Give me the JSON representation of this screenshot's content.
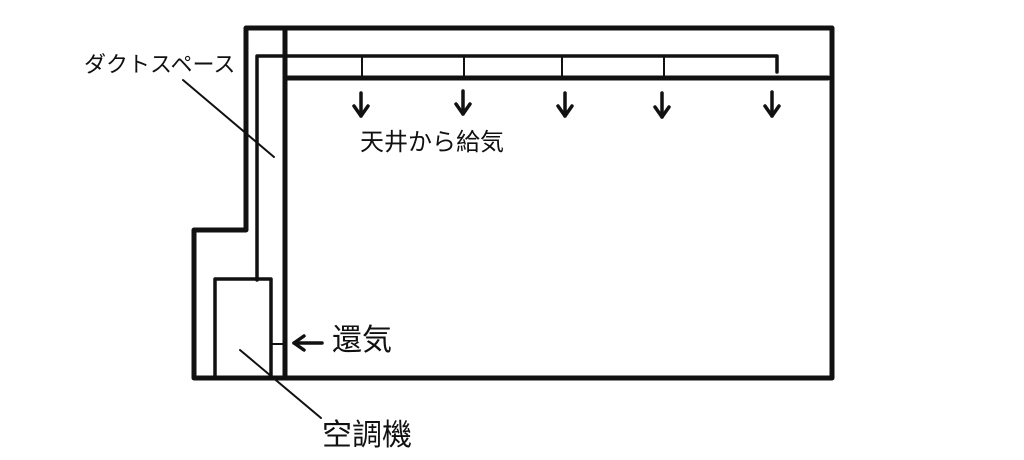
{
  "labels": {
    "duct_space": "ダクトスペース",
    "ceiling_supply": "天井から給気",
    "return_air": "還気",
    "air_conditioner": "空調機"
  },
  "colors": {
    "ink": "#111111",
    "background": "#ffffff"
  }
}
